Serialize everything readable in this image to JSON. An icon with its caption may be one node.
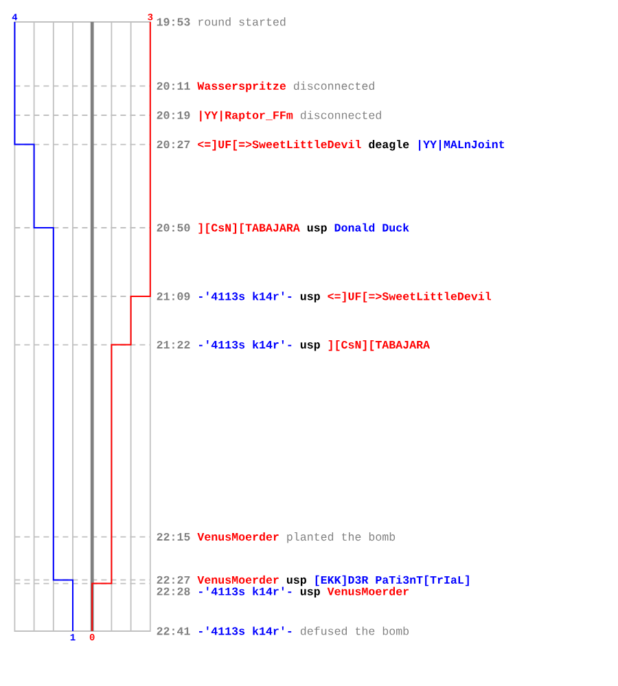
{
  "diagram": {
    "labels": [
      "4",
      "3",
      "19:53",
      "round started",
      "20:11",
      "Wasserspritze",
      "disconnected",
      "20:19",
      "|YY|Raptor_FFm",
      "disconnected",
      "20:27",
      "<=]UF[=>SweetLittleDevil",
      "deagle",
      "|YY|MALnJoint",
      "20:50",
      "][CsN][TABAJARA",
      "usp",
      "Donald Duck",
      "21:09",
      "-'4113s k14r'-",
      "usp",
      "<=]UF[=>SweetLittleDevil",
      "21:22",
      "-'4113s k14r'-",
      "usp",
      "][CsN][TABAJARA",
      "22:15",
      "VenusMoerder",
      "planted the bomb",
      "22:27",
      "VenusMoerder",
      "usp",
      "[EKK]D3R PaTi3nT[TrIaL]",
      "22:28",
      "-'4113s k14r'-",
      "usp",
      "VenusMoerder",
      "22:41",
      "-'4113s k14r'-",
      "defused the bomb",
      "1",
      "0"
    ]
  }
}
